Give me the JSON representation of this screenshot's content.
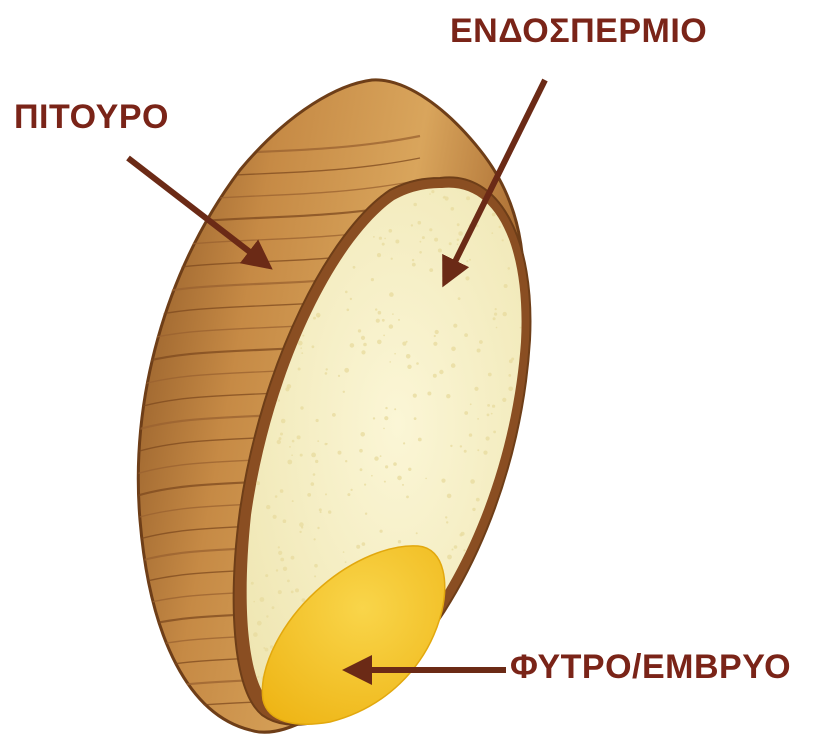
{
  "labels": {
    "endosperm": "ΕΝΔΟΣΠΕΡΜΙΟ",
    "bran": "ΠΙΤΟΥΡΟ",
    "germ": "ΦΥΤΡΟ/ΕΜΒΡΥΟ"
  },
  "colors": {
    "label_text": "#7a2418",
    "arrow": "#6b2a16",
    "bran_light": "#d9a55c",
    "bran_dark": "#8a5424",
    "bran_edge": "#6e3e18",
    "endosperm_fill": "#f6f0c4",
    "endosperm_speckle": "#e8dca0",
    "germ_fill": "#f3c11e",
    "germ_highlight": "#f9d54a"
  }
}
